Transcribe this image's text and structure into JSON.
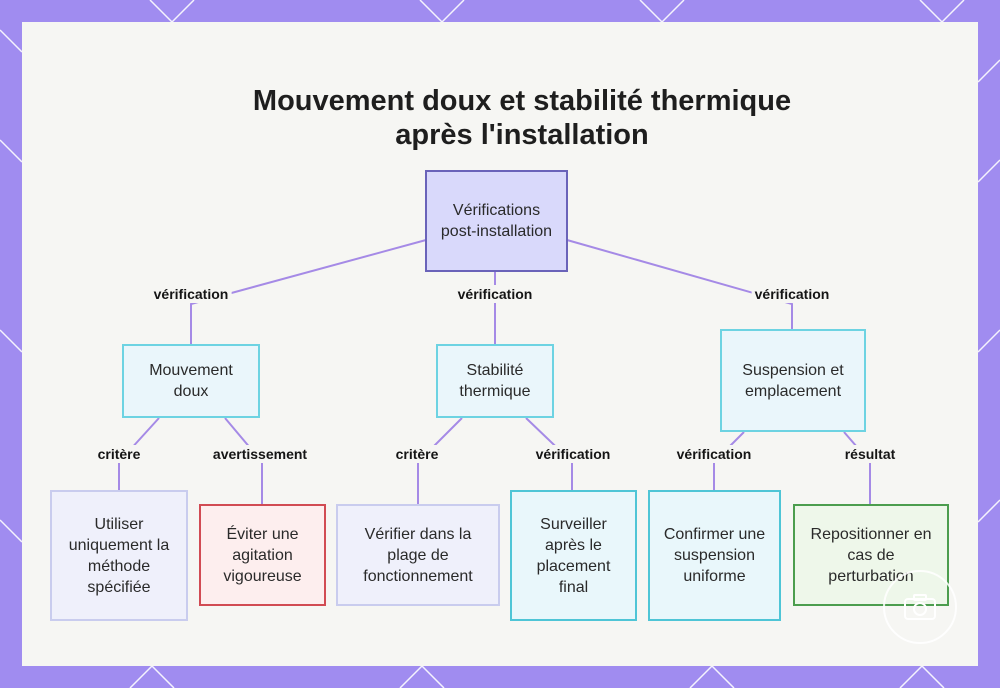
{
  "title": "Mouvement doux et stabilité thermique après l'installation",
  "colors": {
    "frame": "#a08cf0",
    "edge": "#a58ae6",
    "root_fill": "#d9d9fb",
    "mid_border": "#6dd3e2",
    "red_border": "#d14b53",
    "green_border": "#4c9d4e"
  },
  "nodes": {
    "root": "Vérifications post-installation",
    "mouvement": "Mouvement doux",
    "stabilite": "Stabilité thermique",
    "suspension": "Suspension et emplacement",
    "utiliser": "Utiliser uniquement la méthode spécifiée",
    "eviter": "Éviter une agitation vigoureuse",
    "verifier_plage": "Vérifier dans la plage de fonctionnement",
    "surveiller": "Surveiller après le placement final",
    "confirmer": "Confirmer une suspension uniforme",
    "repositionner": "Repositionner en cas de perturbation"
  },
  "edge_labels": {
    "root_mouvement": "vérification",
    "root_stabilite": "vérification",
    "root_suspension": "vérification",
    "mouvement_utiliser": "critère",
    "mouvement_eviter": "avertissement",
    "stabilite_verifier": "critère",
    "stabilite_surveiller": "vérification",
    "suspension_confirmer": "vérification",
    "suspension_repositionner": "résultat"
  },
  "icons": {
    "watermark": "camera-icon"
  }
}
